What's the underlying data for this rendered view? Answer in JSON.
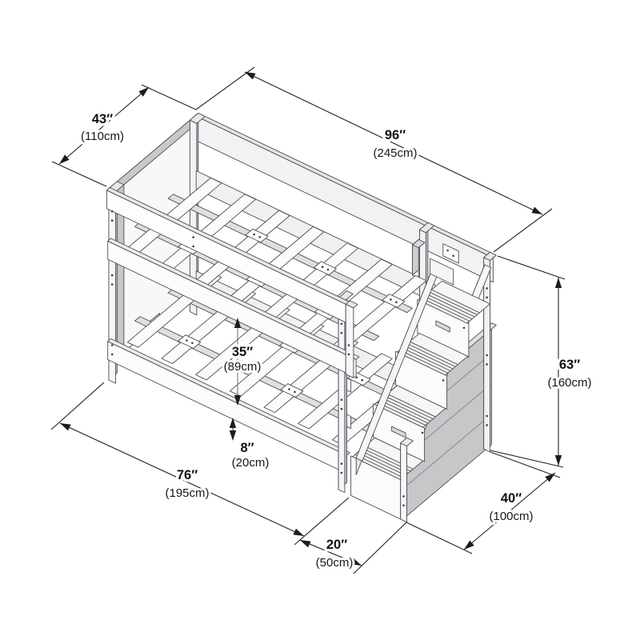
{
  "figure": {
    "type": "technical-dimension-diagram",
    "subject": "Twin bunk bed with storage staircase",
    "background": "#ffffff"
  },
  "dimensions": {
    "head_width": {
      "in": "43″",
      "cm": "(110cm)"
    },
    "total_length": {
      "in": "96″",
      "cm": "(245cm)"
    },
    "total_height": {
      "in": "63″",
      "cm": "(160cm)"
    },
    "stairs_end_depth": {
      "in": "40″",
      "cm": "(100cm)"
    },
    "bed_length": {
      "in": "76″",
      "cm": "(195cm)"
    },
    "stairs_length": {
      "in": "20″",
      "cm": "(50cm)"
    },
    "bunk_clearance": {
      "in": "35″",
      "cm": "(89cm)"
    },
    "base_height": {
      "in": "8″",
      "cm": "(20cm)"
    }
  },
  "colors": {
    "outline": "#4b4d52",
    "panel_shade": "#c8c8cb",
    "panel_light": "#f6f6f8",
    "dimension_line": "#222326",
    "arrow": "#1b1c1e",
    "label_text": "#101114"
  }
}
